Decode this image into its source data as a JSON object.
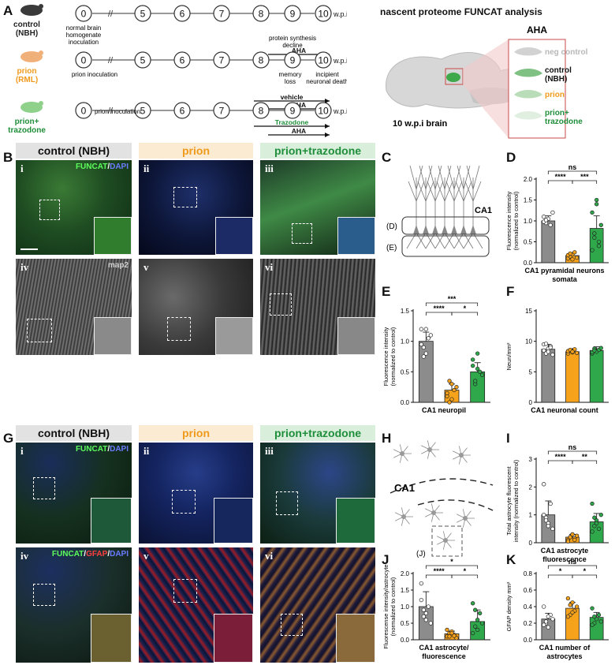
{
  "panel_labels": {
    "A": "A",
    "B": "B",
    "C": "C",
    "D": "D",
    "E": "E",
    "F": "F",
    "G": "G",
    "H": "H",
    "I": "I",
    "J": "J",
    "K": "K"
  },
  "timeline": {
    "weeks": [
      "0",
      "5",
      "6",
      "7",
      "8",
      "9",
      "10"
    ],
    "wpi": "w.p.i",
    "rows": [
      {
        "group": "control",
        "group2": "(NBH)",
        "color": "#222222",
        "note0": "normal brain homogenate inoculation",
        "note9": "protein synthesis decline",
        "note10": "",
        "arrow1": "AHA",
        "arrow2": ""
      },
      {
        "group": "prion",
        "group2": "(RML)",
        "color": "#f09a1c",
        "note0": "prion inoculation",
        "note9": "memory loss",
        "note10": "incipient neuronal death",
        "arrow1": "vehicle",
        "arrow2": "AHA"
      },
      {
        "group": "prion+",
        "group2": "trazodone",
        "color": "#1f8e3a",
        "note0": "prion inoculation",
        "note9": "",
        "note10": "",
        "arrow1": "Trazodone",
        "arrow2": "AHA"
      }
    ]
  },
  "brain": {
    "title": "nascent proteome FUNCAT analysis",
    "aha": "AHA",
    "caption": "10 w.p.i brain",
    "legend": [
      {
        "label": "neg control",
        "color": "#b8b8b8"
      },
      {
        "label": "control",
        "label2": "(NBH)",
        "color": "#111111"
      },
      {
        "label": "prion",
        "color": "#f09a1c"
      },
      {
        "label": "prion+",
        "label2": "trazodone",
        "color": "#1f8e3a"
      }
    ]
  },
  "groups": {
    "control": "control (NBH)",
    "prion": "prion",
    "traz": "prion+trazodone"
  },
  "micro_b": {
    "roman": [
      "i",
      "ii",
      "iii",
      "iv",
      "v",
      "vi"
    ],
    "stain_top": {
      "funcat": "FUNCAT",
      "slash": "/",
      "dapi": "DAPI"
    },
    "stain_bottom": "map2"
  },
  "micro_g": {
    "roman": [
      "i",
      "ii",
      "iii",
      "iv",
      "v",
      "vi"
    ],
    "stain_top": {
      "funcat": "FUNCAT",
      "slash": "/",
      "dapi": "DAPI"
    },
    "stain_bottom": {
      "funcat": "FUNCAT",
      "slash1": "/",
      "gfap": "GFAP",
      "slash2": "/",
      "dapi": "DAPI"
    }
  },
  "diagram_c": {
    "region": "CA1",
    "box1": "(D)",
    "box2": "(E)"
  },
  "diagram_h": {
    "region": "CA1",
    "box": "(J)"
  },
  "colors": {
    "control": "#8c8c8c",
    "prion": "#f7a21b",
    "traz": "#2ea84a"
  },
  "chart_data": [
    {
      "id": "D",
      "type": "bar",
      "categories": [
        "control (NBH)",
        "prion",
        "prion+trazodone"
      ],
      "values": [
        1.0,
        0.17,
        0.82
      ],
      "errors": [
        0.12,
        0.06,
        0.3
      ],
      "ylim": [
        0,
        2.0
      ],
      "yticks": [
        "0.0",
        "0.5",
        "1.0",
        "1.5",
        "2.0"
      ],
      "ylabel": "Fluorescence intensity",
      "ylabel2": "(normalized to control)",
      "xlabel": "CA1 pyramidal neurons",
      "xlabel2": "somata",
      "points": [
        [
          1.1,
          0.95,
          1.05,
          0.9,
          1.2,
          0.98,
          1.02
        ],
        [
          0.1,
          0.15,
          0.2,
          0.25,
          0.12,
          0.18,
          0.22,
          0.08
        ],
        [
          0.3,
          0.6,
          1.4,
          0.5,
          0.9,
          1.2,
          0.7,
          1.5,
          0.4
        ]
      ],
      "sig": [
        {
          "a": 0,
          "b": 2,
          "label": "ns",
          "level": 2
        },
        {
          "a": 0,
          "b": 1,
          "label": "****",
          "level": 1
        },
        {
          "a": 1,
          "b": 2,
          "label": "***",
          "level": 1
        }
      ]
    },
    {
      "id": "E",
      "type": "bar",
      "categories": [
        "control (NBH)",
        "prion",
        "prion+trazodone"
      ],
      "values": [
        1.0,
        0.2,
        0.5
      ],
      "errors": [
        0.15,
        0.1,
        0.15
      ],
      "ylim": [
        0,
        1.5
      ],
      "yticks": [
        "0.0",
        "0.5",
        "1.0",
        "1.5"
      ],
      "ylabel": "Fluorescence intensity",
      "ylabel2": "(normalized to control)",
      "xlabel": "CA1 neuropil",
      "xlabel2": "",
      "points": [
        [
          1.2,
          0.9,
          0.8,
          1.05,
          1.1,
          0.95,
          0.75,
          1.2
        ],
        [
          0.1,
          0.35,
          0.05,
          0.2,
          0.25,
          0.15,
          0.0,
          0.3
        ],
        [
          0.6,
          0.3,
          0.8,
          0.5,
          0.45,
          0.7,
          0.35,
          0.55
        ]
      ],
      "sig": [
        {
          "a": 0,
          "b": 2,
          "label": "***",
          "level": 2
        },
        {
          "a": 0,
          "b": 1,
          "label": "****",
          "level": 1
        },
        {
          "a": 1,
          "b": 2,
          "label": "*",
          "level": 1
        }
      ]
    },
    {
      "id": "F",
      "type": "bar",
      "categories": [
        "control (NBH)",
        "prion",
        "prion+trazodone"
      ],
      "values": [
        8.7,
        8.3,
        8.5
      ],
      "errors": [
        0.8,
        0.5,
        0.6
      ],
      "ylim": [
        0,
        15
      ],
      "yticks": [
        "0",
        "5",
        "10",
        "15"
      ],
      "ylabel": "Neun/mm²",
      "ylabel2": "",
      "xlabel": "CA1 neuronal count",
      "xlabel2": "",
      "points": [
        [
          9.5,
          8.0,
          8.8,
          9.2,
          7.8,
          8.5,
          9.6,
          8.3,
          9.0
        ],
        [
          8.0,
          8.5,
          8.2,
          8.7,
          8.1,
          8.4,
          8.6,
          8.3
        ],
        [
          8.0,
          8.8,
          8.3,
          8.6,
          8.9,
          8.2,
          8.5
        ]
      ],
      "sig": []
    },
    {
      "id": "I",
      "type": "bar",
      "categories": [
        "control (NBH)",
        "prion",
        "prion+trazodone"
      ],
      "values": [
        1.0,
        0.2,
        0.75
      ],
      "errors": [
        0.5,
        0.1,
        0.3
      ],
      "ylim": [
        0,
        3.0
      ],
      "yticks": [
        "0",
        "1",
        "2",
        "3"
      ],
      "ylabel": "Total astrocyte fluorescent",
      "ylabel2": "intensity (normalized to control)",
      "xlabel": "CA1 astrocyte",
      "xlabel2": "fluorescence",
      "points": [
        [
          2.1,
          0.9,
          0.7,
          1.4,
          0.5,
          1.0,
          0.8,
          0.6
        ],
        [
          0.1,
          0.2,
          0.3,
          0.15,
          0.25,
          0.05,
          0.2,
          0.3,
          0.1
        ],
        [
          1.4,
          0.6,
          0.8,
          0.5,
          1.0,
          0.4,
          0.9,
          0.7
        ]
      ],
      "sig": [
        {
          "a": 0,
          "b": 2,
          "label": "ns",
          "level": 2
        },
        {
          "a": 0,
          "b": 1,
          "label": "****",
          "level": 1
        },
        {
          "a": 1,
          "b": 2,
          "label": "**",
          "level": 1
        }
      ]
    },
    {
      "id": "J",
      "type": "bar",
      "categories": [
        "control (NBH)",
        "prion",
        "prion+trazodone"
      ],
      "values": [
        1.0,
        0.18,
        0.55
      ],
      "errors": [
        0.45,
        0.08,
        0.35
      ],
      "ylim": [
        0,
        2.0
      ],
      "yticks": [
        "0.0",
        "0.5",
        "1.0",
        "1.5",
        "2.0"
      ],
      "ylabel": "Fluorescense intensity/astrocyte",
      "ylabel2": "(normalized to control)",
      "xlabel": "CA1 astrocyte/",
      "xlabel2": "fluorescence",
      "points": [
        [
          1.7,
          0.9,
          0.8,
          1.0,
          0.5,
          1.2,
          0.7,
          0.6
        ],
        [
          0.1,
          0.2,
          0.25,
          0.15,
          0.05,
          0.3,
          0.1,
          0.2,
          0.12
        ],
        [
          1.1,
          0.4,
          0.3,
          0.8,
          0.5,
          0.2,
          0.9,
          0.6
        ]
      ],
      "sig": [
        {
          "a": 0,
          "b": 2,
          "label": "*",
          "level": 2
        },
        {
          "a": 0,
          "b": 1,
          "label": "****",
          "level": 1
        },
        {
          "a": 1,
          "b": 2,
          "label": "*",
          "level": 1
        }
      ]
    },
    {
      "id": "K",
      "type": "bar",
      "categories": [
        "control (NBH)",
        "prion",
        "prion+trazodone"
      ],
      "values": [
        0.25,
        0.38,
        0.27
      ],
      "errors": [
        0.07,
        0.07,
        0.06
      ],
      "ylim": [
        0,
        0.8
      ],
      "yticks": [
        "0.0",
        "0.2",
        "0.4",
        "0.6",
        "0.8"
      ],
      "ylabel": "GFAP density mm²",
      "ylabel2": "",
      "xlabel": "CA1 number of",
      "xlabel2": "astrocytes",
      "points": [
        [
          0.4,
          0.2,
          0.15,
          0.3,
          0.25,
          0.18,
          0.22,
          0.28
        ],
        [
          0.5,
          0.3,
          0.45,
          0.35,
          0.4,
          0.28,
          0.42,
          0.33
        ],
        [
          0.38,
          0.2,
          0.25,
          0.3,
          0.22,
          0.18,
          0.28
        ]
      ],
      "sig": [
        {
          "a": 0,
          "b": 2,
          "label": "ns",
          "level": 2
        },
        {
          "a": 0,
          "b": 1,
          "label": "*",
          "level": 1
        },
        {
          "a": 1,
          "b": 2,
          "label": "*",
          "level": 1
        }
      ]
    }
  ]
}
